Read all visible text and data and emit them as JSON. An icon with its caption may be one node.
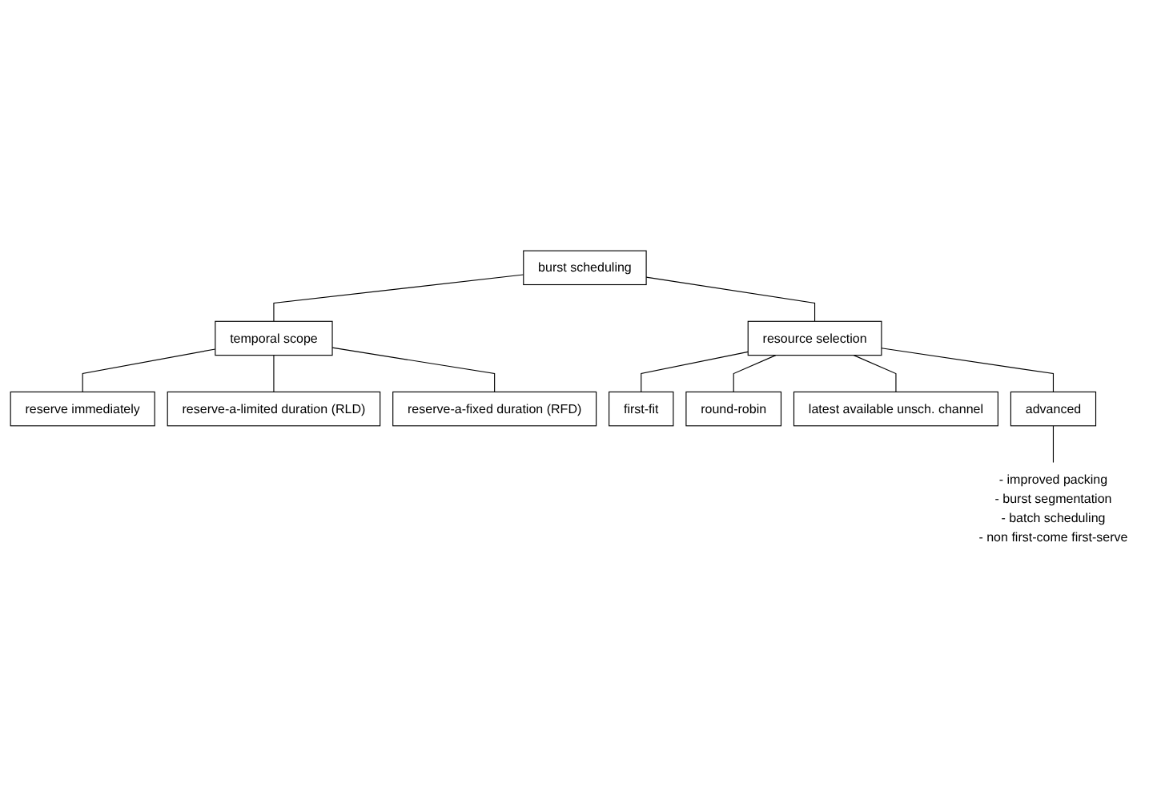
{
  "diagram": {
    "nodes": [
      {
        "text": [
          "burst scheduling"
        ]
      },
      {
        "text": [
          "temporal scope"
        ]
      },
      {
        "text": [
          "resource selection"
        ]
      },
      {
        "text": [
          "reserve immediately"
        ]
      },
      {
        "text": [
          "reserve-a-limited duration (RLD)"
        ]
      },
      {
        "text": [
          "reserve-a-fixed duration (RFD)"
        ]
      },
      {
        "text": [
          "first-fit"
        ]
      },
      {
        "text": [
          "round-robin"
        ]
      },
      {
        "text": [
          "latest available unsch. channel"
        ]
      },
      {
        "text": [
          "advanced"
        ]
      },
      {
        "text": [
          "- improved packing",
          "- burst segmentation",
          "- batch scheduling",
          "- non first-come first-serve"
        ]
      }
    ],
    "edges": [
      {
        "from": 0,
        "to": 1,
        "arrow": "none"
      },
      {
        "from": 0,
        "to": 2,
        "arrow": "none"
      },
      {
        "from": 1,
        "to": 3,
        "arrow": "none"
      },
      {
        "from": 1,
        "to": 4,
        "arrow": "none"
      },
      {
        "from": 1,
        "to": 5,
        "arrow": "none"
      },
      {
        "from": 2,
        "to": 6,
        "arrow": "none"
      },
      {
        "from": 2,
        "to": 7,
        "arrow": "none"
      },
      {
        "from": 2,
        "to": 8,
        "arrow": "none"
      },
      {
        "from": 2,
        "to": 9,
        "arrow": "none"
      },
      {
        "from": 9,
        "to": 10,
        "arrow": "none"
      }
    ]
  }
}
